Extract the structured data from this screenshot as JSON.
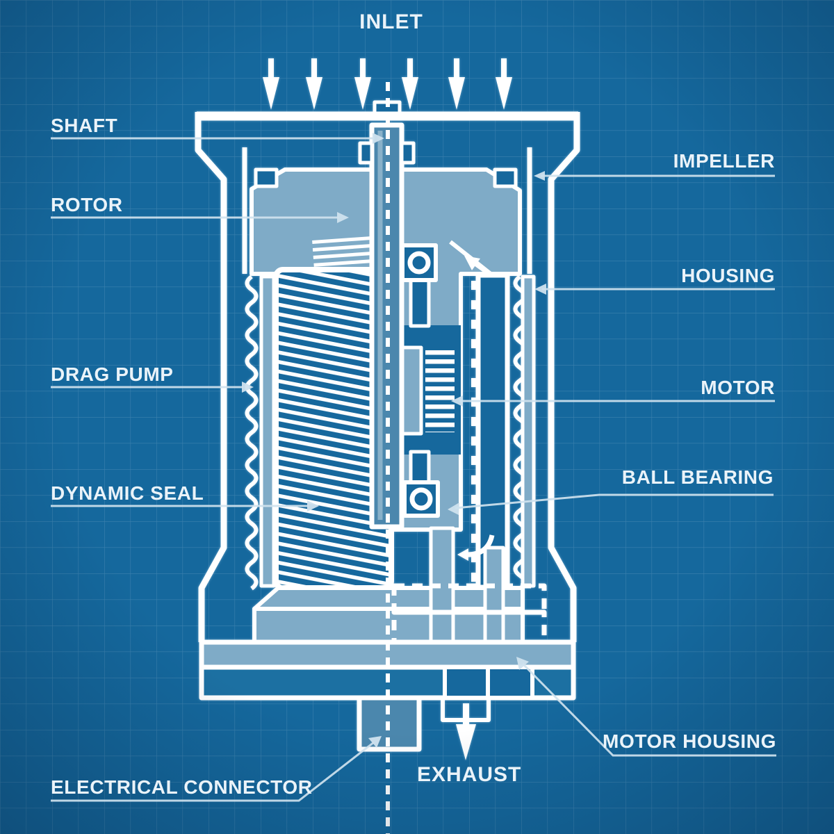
{
  "diagram": {
    "subject": "turbomolecular vacuum pump cutaway blueprint",
    "labels": {
      "inlet": "INLET",
      "shaft": "SHAFT",
      "rotor": "ROTOR",
      "impeller": "IMPELLER",
      "housing": "HOUSING",
      "drag_pump": "DRAG PUMP",
      "motor": "MOTOR",
      "dynamic_seal": "DYNAMIC SEAL",
      "ball_bearing": "BALL BEARING",
      "electrical_connector": "ELECTRICAL CONNECTOR",
      "exhaust": "EXHAUST",
      "motor_housing": "MOTOR HOUSING"
    },
    "arrows": {
      "inlet_flow_arrow_count": 6,
      "inlet_flow_direction": "down",
      "exhaust_flow_arrow_count": 1,
      "exhaust_flow_direction": "down"
    }
  },
  "colors": {
    "background": "#15689d",
    "grid": "rgba(255,255,255,0.17)",
    "line": "#ffffff",
    "fill_light": "#7fabc7",
    "fill_mid": "#4b87ad",
    "fill_base": "#1e70a2",
    "label_text": "#eaf3f9",
    "leader": "#cfe2ee"
  }
}
